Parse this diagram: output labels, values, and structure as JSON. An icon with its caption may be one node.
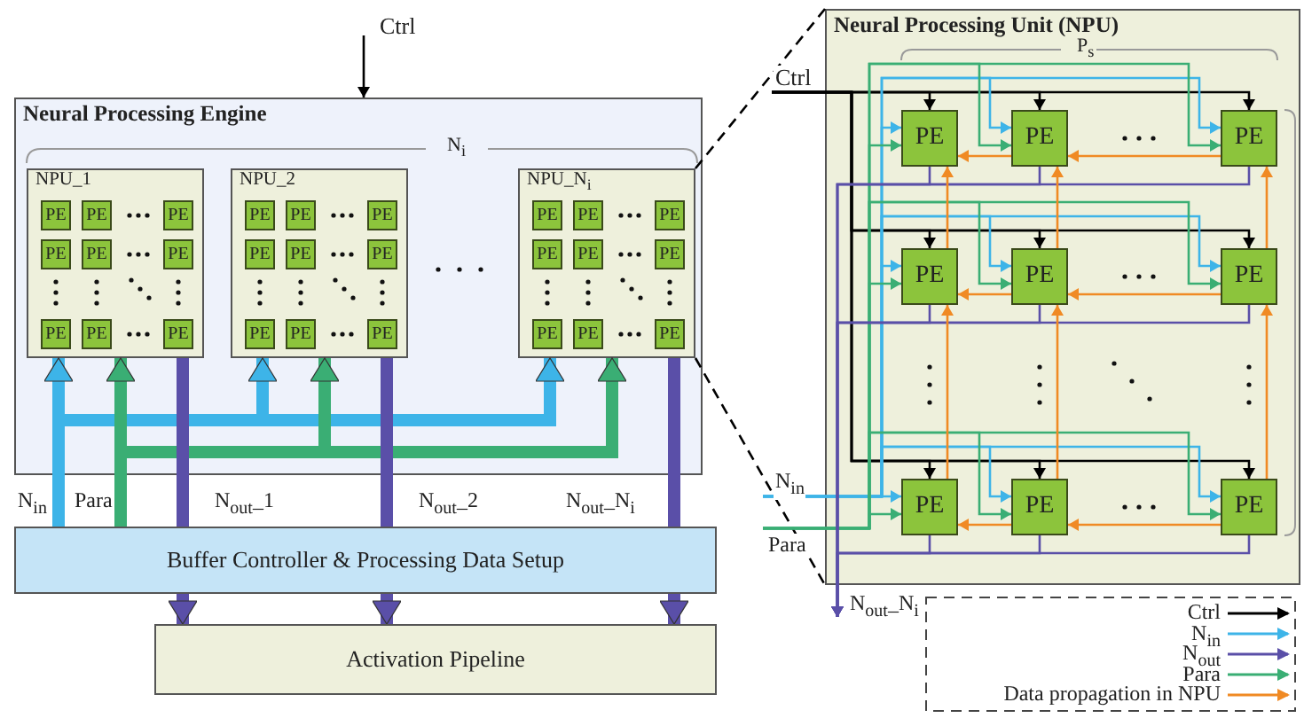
{
  "diagram": {
    "nodes": [
      {
        "text": [
          "Neural Processing Engine"
        ]
      },
      {
        "text": [
          "NPU_1"
        ],
        "in": 0
      },
      {
        "text": [
          "PE"
        ],
        "in": 1
      },
      {
        "text": [
          "PE"
        ],
        "in": 1
      },
      {
        "text": [
          "PE"
        ],
        "in": 1
      },
      {
        "text": [
          "PE"
        ],
        "in": 1
      },
      {
        "text": [
          "PE"
        ],
        "in": 1
      },
      {
        "text": [
          "PE"
        ],
        "in": 1
      },
      {
        "text": [
          "PE"
        ],
        "in": 1
      },
      {
        "text": [
          "PE"
        ],
        "in": 1
      },
      {
        "text": [
          "PE"
        ],
        "in": 1
      },
      {
        "text": [
          "NPU_2"
        ],
        "in": 0
      },
      {
        "text": [
          "PE"
        ],
        "in": 11
      },
      {
        "text": [
          "PE"
        ],
        "in": 11
      },
      {
        "text": [
          "PE"
        ],
        "in": 11
      },
      {
        "text": [
          "PE"
        ],
        "in": 11
      },
      {
        "text": [
          "PE"
        ],
        "in": 11
      },
      {
        "text": [
          "PE"
        ],
        "in": 11
      },
      {
        "text": [
          "PE"
        ],
        "in": 11
      },
      {
        "text": [
          "PE"
        ],
        "in": 11
      },
      {
        "text": [
          "PE"
        ],
        "in": 11
      },
      {
        "text": [
          "NPU_N$_{i}$"
        ],
        "in": 0
      },
      {
        "text": [
          "PE"
        ],
        "in": 21
      },
      {
        "text": [
          "PE"
        ],
        "in": 21
      },
      {
        "text": [
          "PE"
        ],
        "in": 21
      },
      {
        "text": [
          "PE"
        ],
        "in": 21
      },
      {
        "text": [
          "PE"
        ],
        "in": 21
      },
      {
        "text": [
          "PE"
        ],
        "in": 21
      },
      {
        "text": [
          "PE"
        ],
        "in": 21
      },
      {
        "text": [
          "PE"
        ],
        "in": 21
      },
      {
        "text": [
          "PE"
        ],
        "in": 21
      },
      {
        "text": [
          "Buffer Controller & Processing Data Setup"
        ]
      },
      {
        "text": [
          "Activation Pipeline"
        ]
      },
      {
        "text": [
          "Neural Processing Unit (NPU)"
        ]
      },
      {
        "text": [
          "PE"
        ],
        "in": 33
      },
      {
        "text": [
          "PE"
        ],
        "in": 33
      },
      {
        "text": [
          "PE"
        ],
        "in": 33
      },
      {
        "text": [
          "PE"
        ],
        "in": 33
      },
      {
        "text": [
          "PE"
        ],
        "in": 33
      },
      {
        "text": [
          "PE"
        ],
        "in": 33
      },
      {
        "text": [
          "PE"
        ],
        "in": 33
      },
      {
        "text": [
          "PE"
        ],
        "in": 33
      },
      {
        "text": [
          "PE"
        ],
        "in": 33
      }
    ],
    "edges": [
      {
        "from": null,
        "to": 0,
        "arrow": "to",
        "label": "Ctrl",
        "color": "#000000"
      },
      {
        "from": 31,
        "to": 1,
        "arrow": "to",
        "label": "N$_{in}$",
        "style": "thick",
        "color": "#3db4e8"
      },
      {
        "from": 31,
        "to": 11,
        "arrow": "to",
        "style": "thick",
        "color": "#3db4e8"
      },
      {
        "from": 31,
        "to": 21,
        "arrow": "to",
        "style": "thick",
        "color": "#3db4e8"
      },
      {
        "from": 31,
        "to": 1,
        "arrow": "to",
        "label": "Para",
        "style": "thick",
        "color": "#3aae74"
      },
      {
        "from": 31,
        "to": 11,
        "arrow": "to",
        "style": "thick",
        "color": "#3aae74"
      },
      {
        "from": 31,
        "to": 21,
        "arrow": "to",
        "style": "thick",
        "color": "#3aae74"
      },
      {
        "from": 1,
        "to": 31,
        "arrow": "none",
        "label": "N$_{out}$_1",
        "style": "thick",
        "color": "#5a4fa8"
      },
      {
        "from": 11,
        "to": 31,
        "arrow": "none",
        "label": "N$_{out}$_2",
        "style": "thick",
        "color": "#5a4fa8"
      },
      {
        "from": 21,
        "to": 31,
        "arrow": "none",
        "label": "N$_{out}$_N$_{i}$",
        "style": "thick",
        "color": "#5a4fa8"
      },
      {
        "from": 21,
        "to": 33,
        "arrow": "none",
        "style": "dashed",
        "color": "#000000"
      },
      {
        "from": null,
        "to": 34,
        "arrow": "to",
        "label": "Ctrl",
        "color": "#000000"
      },
      {
        "from": null,
        "to": 35,
        "arrow": "to",
        "color": "#000000"
      },
      {
        "from": null,
        "to": 36,
        "arrow": "to",
        "color": "#000000"
      },
      {
        "from": null,
        "to": 37,
        "arrow": "to",
        "color": "#000000"
      },
      {
        "from": null,
        "to": 38,
        "arrow": "to",
        "color": "#000000"
      },
      {
        "from": null,
        "to": 39,
        "arrow": "to",
        "color": "#000000"
      },
      {
        "from": null,
        "to": 40,
        "arrow": "to",
        "color": "#000000"
      },
      {
        "from": null,
        "to": 41,
        "arrow": "to",
        "color": "#000000"
      },
      {
        "from": null,
        "to": 42,
        "arrow": "to",
        "color": "#000000"
      },
      {
        "from": null,
        "to": 34,
        "arrow": "to",
        "color": "#3db4e8"
      },
      {
        "from": null,
        "to": 35,
        "arrow": "to",
        "color": "#3db4e8"
      },
      {
        "from": null,
        "to": 36,
        "arrow": "to",
        "color": "#3db4e8"
      },
      {
        "from": null,
        "to": 37,
        "arrow": "to",
        "color": "#3db4e8"
      },
      {
        "from": null,
        "to": 38,
        "arrow": "to",
        "color": "#3db4e8"
      },
      {
        "from": null,
        "to": 39,
        "arrow": "to",
        "color": "#3db4e8"
      },
      {
        "from": null,
        "to": 40,
        "arrow": "to",
        "label": "N$_{in}$",
        "color": "#3db4e8"
      },
      {
        "from": null,
        "to": 41,
        "arrow": "to",
        "color": "#3db4e8"
      },
      {
        "from": null,
        "to": 42,
        "arrow": "to",
        "color": "#3db4e8"
      },
      {
        "from": null,
        "to": 34,
        "arrow": "to",
        "color": "#3aae74"
      },
      {
        "from": null,
        "to": 35,
        "arrow": "to",
        "color": "#3aae74"
      },
      {
        "from": null,
        "to": 36,
        "arrow": "to",
        "color": "#3aae74"
      },
      {
        "from": null,
        "to": 37,
        "arrow": "to",
        "color": "#3aae74"
      },
      {
        "from": null,
        "to": 38,
        "arrow": "to",
        "color": "#3aae74"
      },
      {
        "from": null,
        "to": 39,
        "arrow": "to",
        "color": "#3aae74"
      },
      {
        "from": null,
        "to": 40,
        "arrow": "to",
        "label": "Para",
        "color": "#3aae74"
      },
      {
        "from": null,
        "to": 41,
        "arrow": "to",
        "color": "#3aae74"
      },
      {
        "from": null,
        "to": 42,
        "arrow": "to",
        "color": "#3aae74"
      },
      {
        "from": 34,
        "to": null,
        "arrow": "to",
        "color": "#5a4fa8"
      },
      {
        "from": 35,
        "to": null,
        "arrow": "to",
        "color": "#5a4fa8"
      },
      {
        "from": 36,
        "to": null,
        "arrow": "to",
        "color": "#5a4fa8"
      },
      {
        "from": 37,
        "to": null,
        "arrow": "to",
        "color": "#5a4fa8"
      },
      {
        "from": 38,
        "to": null,
        "arrow": "to",
        "color": "#5a4fa8"
      },
      {
        "from": 39,
        "to": null,
        "arrow": "to",
        "color": "#5a4fa8"
      },
      {
        "from": 40,
        "to": null,
        "arrow": "to",
        "label": "N$_{out}$_N$_{i}$",
        "color": "#5a4fa8"
      },
      {
        "from": 41,
        "to": null,
        "arrow": "to",
        "color": "#5a4fa8"
      },
      {
        "from": 42,
        "to": null,
        "arrow": "to",
        "color": "#5a4fa8"
      },
      {
        "from": 35,
        "to": 34,
        "arrow": "to",
        "color": "#f08a24"
      },
      {
        "from": 36,
        "to": 35,
        "arrow": "to",
        "color": "#f08a24"
      },
      {
        "from": 38,
        "to": 37,
        "arrow": "to",
        "color": "#f08a24"
      },
      {
        "from": 39,
        "to": 38,
        "arrow": "to",
        "color": "#f08a24"
      },
      {
        "from": 41,
        "to": 40,
        "arrow": "to",
        "color": "#f08a24"
      },
      {
        "from": 42,
        "to": 41,
        "arrow": "to",
        "color": "#f08a24"
      },
      {
        "from": 37,
        "to": 34,
        "arrow": "to",
        "color": "#f08a24"
      },
      {
        "from": 38,
        "to": 35,
        "arrow": "to",
        "color": "#f08a24"
      },
      {
        "from": 39,
        "to": 36,
        "arrow": "to",
        "color": "#f08a24"
      },
      {
        "from": 40,
        "to": 37,
        "arrow": "to",
        "color": "#f08a24"
      },
      {
        "from": 41,
        "to": 38,
        "arrow": "to",
        "color": "#f08a24"
      },
      {
        "from": 42,
        "to": 39,
        "arrow": "to",
        "color": "#f08a24"
      },
      {
        "from": 31,
        "to": 32,
        "arrow": "to",
        "style": "thick",
        "color": "#5a4fa8"
      },
      {
        "from": 31,
        "to": 32,
        "arrow": "to",
        "style": "thick",
        "color": "#5a4fa8"
      },
      {
        "from": 31,
        "to": 32,
        "arrow": "to",
        "style": "thick",
        "color": "#5a4fa8"
      }
    ],
    "labels": [
      "N$_{i}$",
      "P$_{s}$"
    ],
    "legend": [
      {
        "text": "Ctrl",
        "color": "#000000"
      },
      {
        "text": "N$_{in}$",
        "color": "#3db4e8"
      },
      {
        "text": "N$_{out}$",
        "color": "#5a4fa8"
      },
      {
        "text": "Para",
        "color": "#3aae74"
      },
      {
        "text": "Data propagation in NPU",
        "color": "#f08a24"
      }
    ]
  }
}
